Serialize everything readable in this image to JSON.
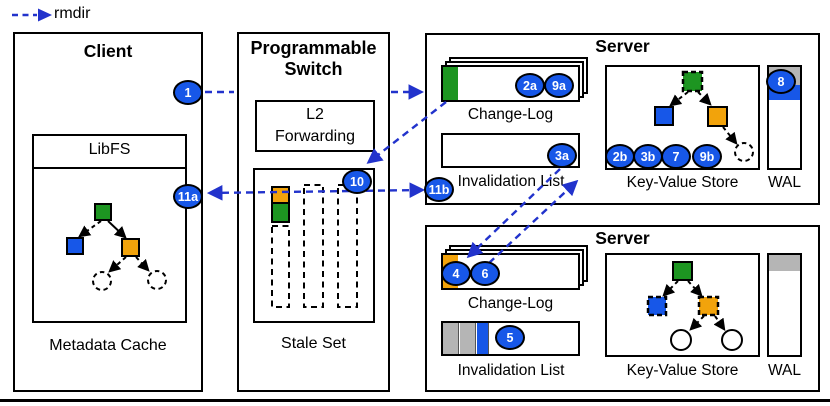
{
  "colors": {
    "blue": "#1757e8",
    "green": "#1d9521",
    "orange": "#f2a30b",
    "gray": "#b5b5b5",
    "arrow": "#2233cc",
    "line": "#000000"
  },
  "legend": {
    "label": "rmdir"
  },
  "client": {
    "title": "Client",
    "libfs_label": "LibFS",
    "cache_label": "Metadata Cache"
  },
  "switch": {
    "title_line1": "Programmable",
    "title_line2": "Switch",
    "l2_line1": "L2",
    "l2_line2": "Forwarding",
    "stale_label": "Stale Set"
  },
  "server_top": {
    "title": "Server",
    "changelog_label": "Change-Log",
    "invalidation_label": "Invalidation List",
    "kv_label": "Key-Value Store",
    "wal_label": "WAL"
  },
  "server_bottom": {
    "title": "Server",
    "changelog_label": "Change-Log",
    "invalidation_label": "Invalidation List",
    "kv_label": "Key-Value Store",
    "wal_label": "WAL"
  },
  "steps": {
    "n1": "1",
    "n2a": "2a",
    "n9a": "9a",
    "n3a": "3a",
    "n10": "10",
    "n11a": "11a",
    "n11b": "11b",
    "n2b": "2b",
    "n3b": "3b",
    "n7": "7",
    "n9b": "9b",
    "n8": "8",
    "n4": "4",
    "n6": "6",
    "n5": "5"
  }
}
